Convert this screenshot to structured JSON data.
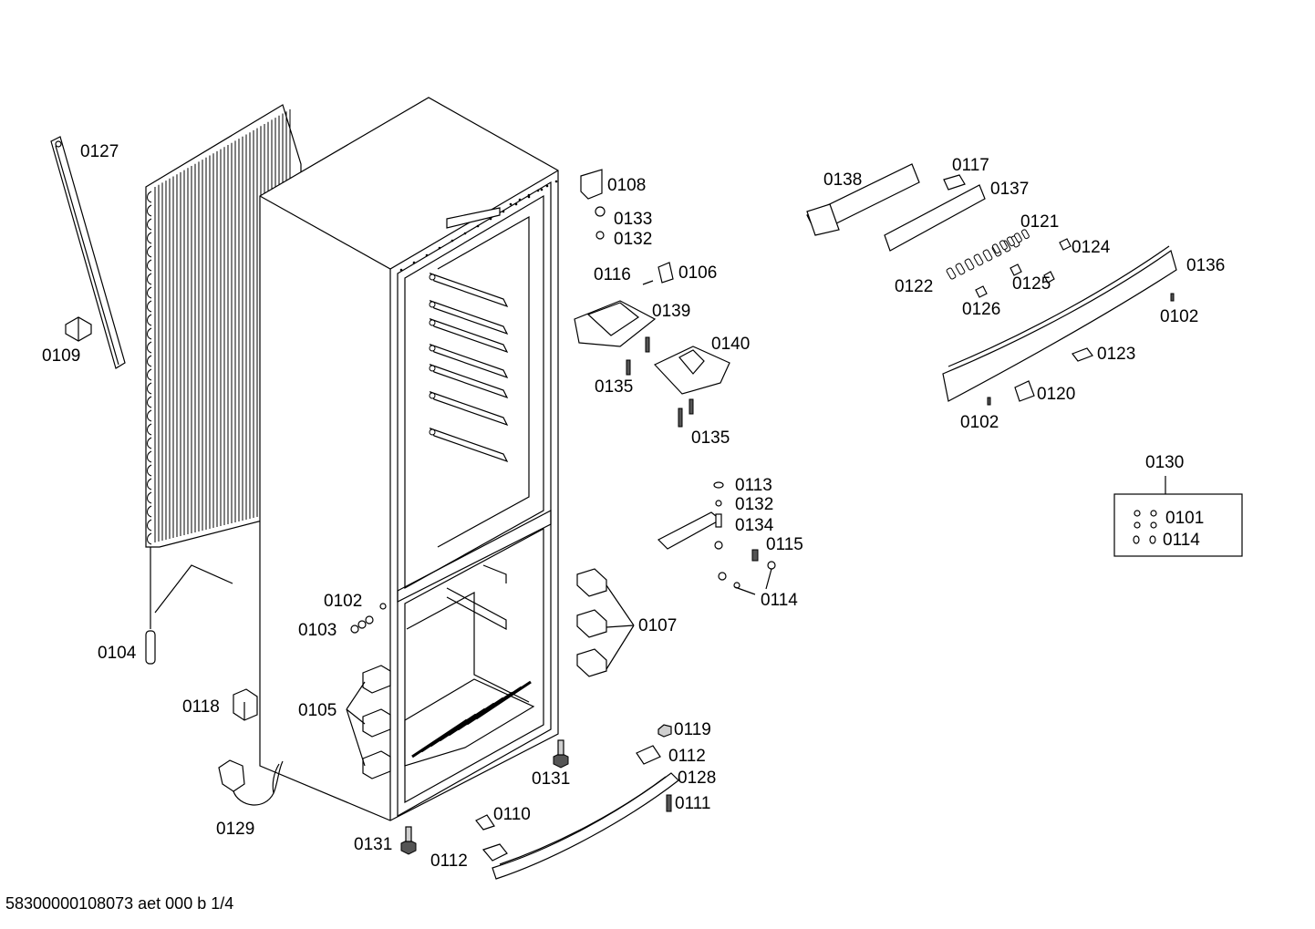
{
  "labels": {
    "l0127": "0127",
    "l0109": "0109",
    "l0104": "0104",
    "l0118": "0118",
    "l0129": "0129",
    "l0102a": "0102",
    "l0103": "0103",
    "l0105": "0105",
    "l0131a": "0131",
    "l0131b": "0131",
    "l0110": "0110",
    "l0112a": "0112",
    "l0119": "0119",
    "l0112b": "0112",
    "l0128": "0128",
    "l0111": "0111",
    "l0107": "0107",
    "l0108": "0108",
    "l0133": "0133",
    "l0132a": "0132",
    "l0116": "0116",
    "l0106": "0106",
    "l0139": "0139",
    "l0140": "0140",
    "l0135a": "0135",
    "l0135b": "0135",
    "l0113": "0113",
    "l0132b": "0132",
    "l0134": "0134",
    "l0115": "0115",
    "l0114a": "0114",
    "l0138": "0138",
    "l0117": "0117",
    "l0137": "0137",
    "l0121": "0121",
    "l0124": "0124",
    "l0122": "0122",
    "l0125": "0125",
    "l0126": "0126",
    "l0136": "0136",
    "l0102b": "0102",
    "l0123": "0123",
    "l0120": "0120",
    "l0102c": "0102",
    "l0130": "0130",
    "l0101": "0101",
    "l0114b": "0114"
  },
  "footer": "58300000108073 aet 000 b 1/4"
}
